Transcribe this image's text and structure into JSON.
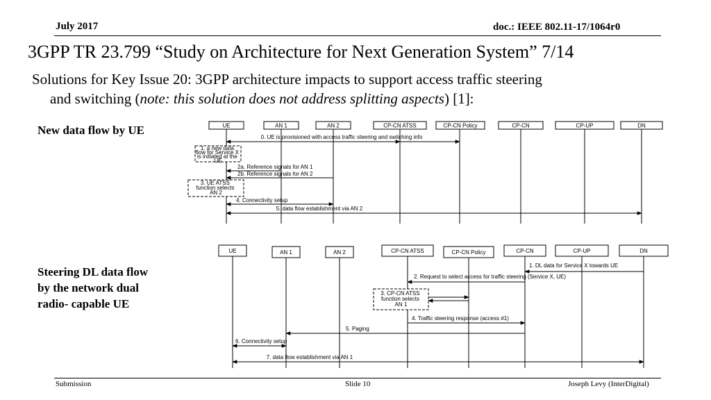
{
  "header": {
    "date": "July 2017",
    "doc": "doc.: IEEE 802.11-17/1064r0"
  },
  "title": "3GPP TR 23.799 “Study on Architecture for Next Generation System” 7/14",
  "subtitle": {
    "line1": "Solutions for Key Issue 20: 3GPP architecture impacts to support access traffic steering",
    "line2_pre": "and switching (",
    "line2_italic": "note: this solution does not address splitting aspects",
    "line2_post": ") [1]:"
  },
  "diagram1": {
    "label": "New data flow by UE",
    "participants": [
      "UE",
      "AN 1",
      "AN 2",
      "CP-CN ATSS",
      "CP-CN Policy",
      "CP-CN",
      "CP-UP",
      "DN"
    ],
    "notes": [
      "1. a new data flow for Service X is initiated at the UE",
      "3. UE ATSS function selects AN 2"
    ],
    "messages": [
      "0. UE is provisioned with access traffic steering and switching info",
      "2a. Reference signals for AN 1",
      "2b. Reference signals for AN 2",
      "4. Connectivity setup",
      "5. data flow establishment via AN 2"
    ]
  },
  "diagram2": {
    "label": "Steering DL data flow by the network dual radio- capable UE",
    "participants": [
      "UE",
      "AN 1",
      "AN 2",
      "CP-CN ATSS",
      "CP-CN Policy",
      "CP-CN",
      "CP-UP",
      "DN"
    ],
    "notes": [
      "3. CP-CN ATSS function selects AN 1"
    ],
    "messages": [
      "1. DL data for Service X towards UE",
      "2. Request to select access for traffic steering (Service X, UE)",
      "4. Traffic steering response (access #1)",
      "5. Paging",
      "6. Connectivity setup",
      "7. data flow establishment via AN 1"
    ]
  },
  "footer": {
    "left": "Submission",
    "center": "Slide 10",
    "right": "Joseph Levy (InterDigital)"
  }
}
